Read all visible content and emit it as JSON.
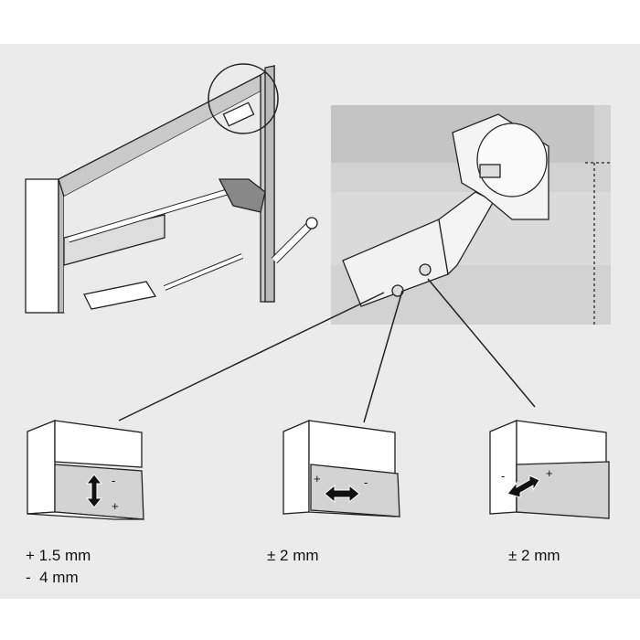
{
  "diagram": {
    "adjustments": [
      {
        "name": "height",
        "line1": "+ 1.5 mm",
        "line2": "-  4 mm",
        "plus": "+",
        "minus": "-"
      },
      {
        "name": "side",
        "line1": "± 2 mm",
        "plus": "+",
        "minus": "-"
      },
      {
        "name": "depth",
        "line1": "± 2 mm",
        "plus": "+",
        "minus": "-"
      }
    ],
    "colors": {
      "background": "#ebebeb",
      "panel": "#d0d0d0",
      "stroke": "#222222"
    }
  }
}
